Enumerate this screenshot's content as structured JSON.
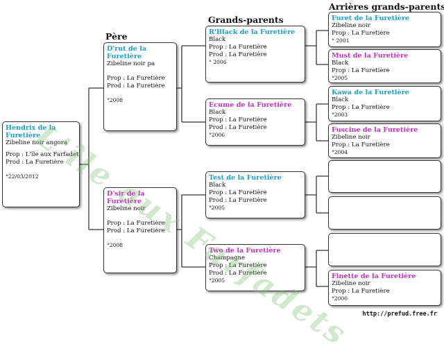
{
  "colors": {
    "male_name": "#1aa0c8",
    "female_name": "#c430c4"
  },
  "headers": {
    "father": "Père",
    "grandparents": "Grands-parents",
    "great_grandparents": "Arrières grands-parents"
  },
  "subject": {
    "name": "Hendrix de la Furetière",
    "color": "Zibeline noir angora",
    "prop": "Prop : L'île aux Farfadets",
    "prod": "Prod : La Furetière",
    "date": "°22/03/2012"
  },
  "father": {
    "name": "D'rut de la Furetière",
    "color": "Zibeline noir pa",
    "prop": "Prop : La Furetière",
    "prod": "Prod : La Furetière",
    "date": "°2008"
  },
  "mother": {
    "name": "D'sir de la Furetière",
    "color": "Zibeline noir",
    "prop": "Prop : La Furetière",
    "prod": "Prod : La Furetière",
    "date": "°2008"
  },
  "gp": {
    "ff": {
      "name": "R'Black de la Furetière",
      "color": "Black",
      "prop": "Prop : La Furetière",
      "prod": "Prod : La Furetière",
      "date": "° 2006"
    },
    "fm": {
      "name": "Ecume de la Furetière",
      "color": "Black",
      "prop": "Prop : La Furetière",
      "prod": "Prod : La Furetière",
      "date": "°2006"
    },
    "mf": {
      "name": "Test de la Furetière",
      "color": "Black",
      "prop": "Prop : La Furetière",
      "prod": "Prod : La Furetière",
      "date": "°2005"
    },
    "mm": {
      "name": "Two de la Furetière",
      "color": "Champagne",
      "prop": "Prop : La Furetière",
      "prod": "Prod : La Furetière",
      "date": "°2005"
    }
  },
  "ggp": {
    "fff": {
      "name": "Furet de la Furetière",
      "color": "Zibeline noir",
      "prop": "Prop : La Furetière",
      "date": "°  2001"
    },
    "ffm": {
      "name": "Must de la Furetière",
      "color": "Black",
      "prop": "Prop : La Furetière",
      "date": "°2005"
    },
    "fmf": {
      "name": "Kawa de la Furetière",
      "color": "Black",
      "prop": "Prop : La Furetière",
      "date": "°2003"
    },
    "fmm": {
      "name": "Fuscine de la Furetière",
      "color": "Zibeline noir",
      "prop": "Prop : La Furetière",
      "date": "°2004"
    },
    "mmm": {
      "name": "Finette de la Furetière",
      "color": "Zibeline noir",
      "prop": "Prop : La Furetière",
      "date": "°2000"
    }
  },
  "watermark": "L'île aux Farfadets",
  "site": "http://prefud.free.fr"
}
